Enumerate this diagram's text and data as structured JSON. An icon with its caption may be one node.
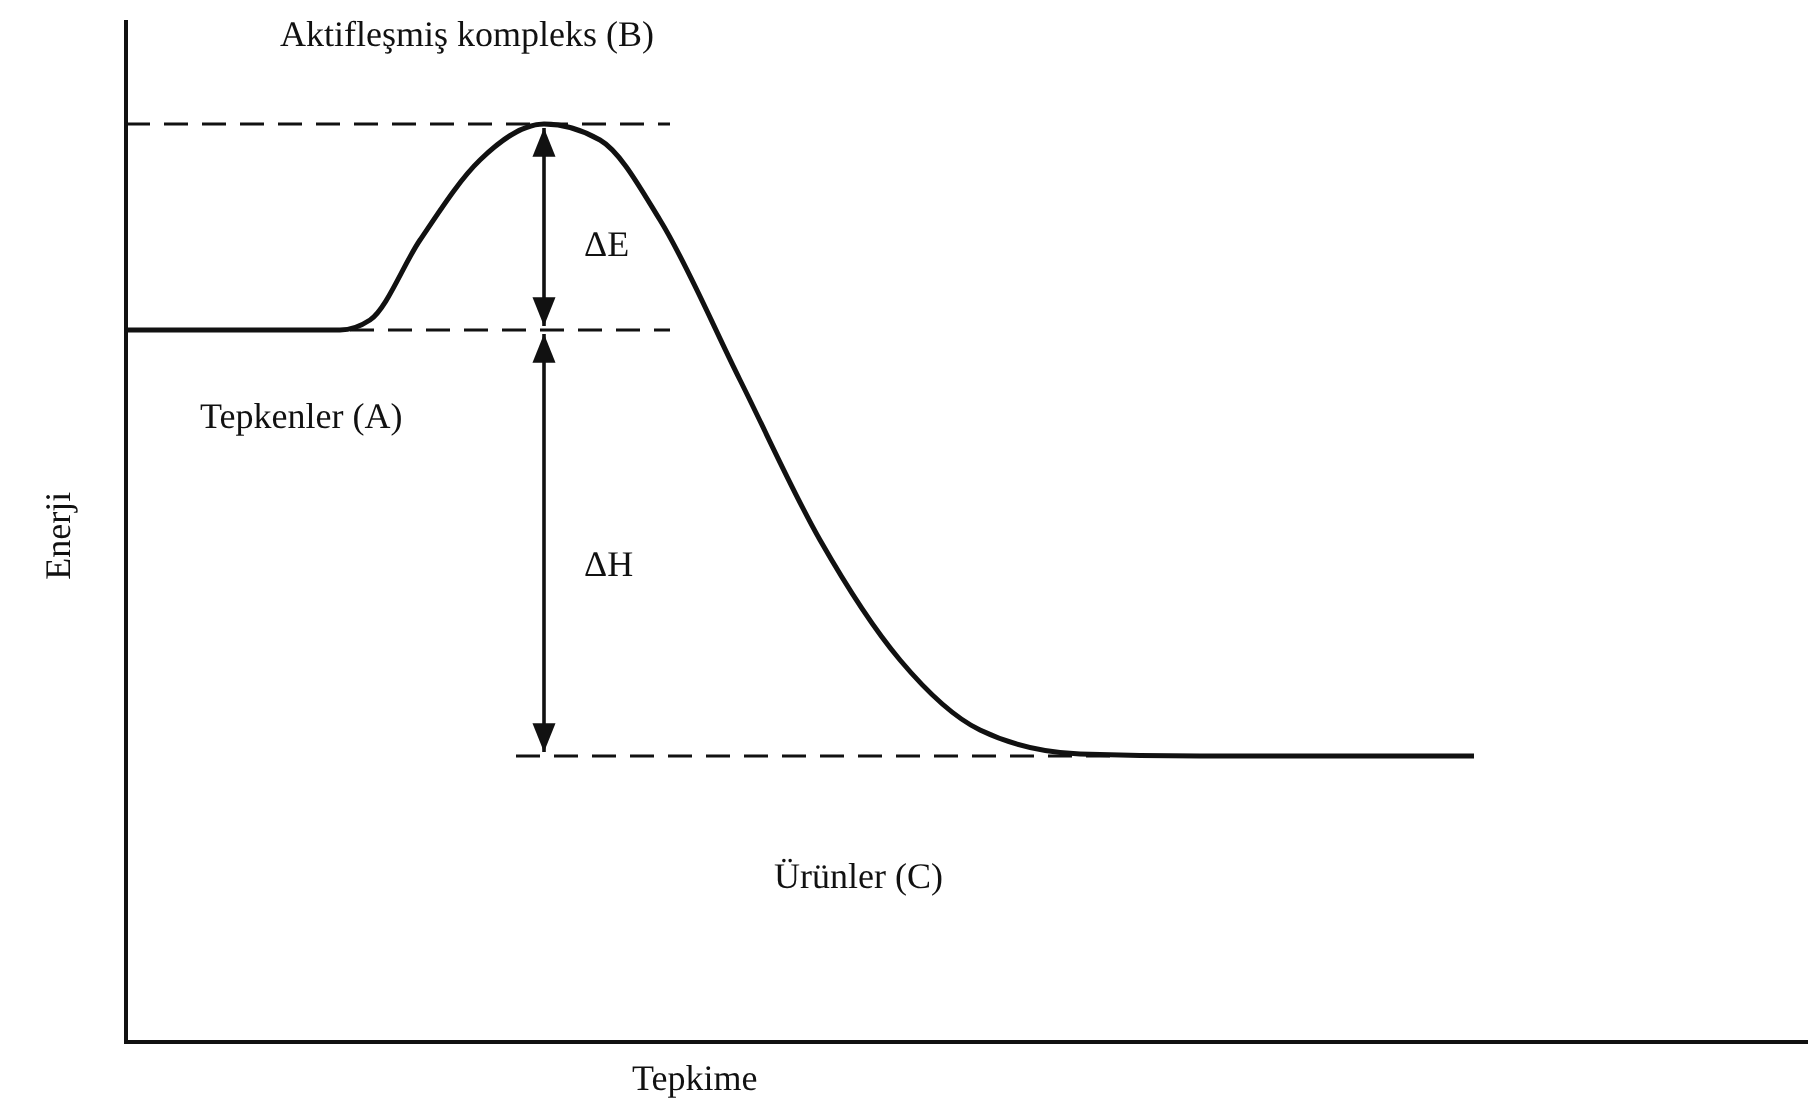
{
  "diagram": {
    "labels": [
      "Aktifleşmiş kompleks (B)",
      "ΔE",
      "Tepkenler (A)",
      "ΔH",
      "Ürünler (C)",
      "Enerji",
      "Tepkime"
    ]
  }
}
